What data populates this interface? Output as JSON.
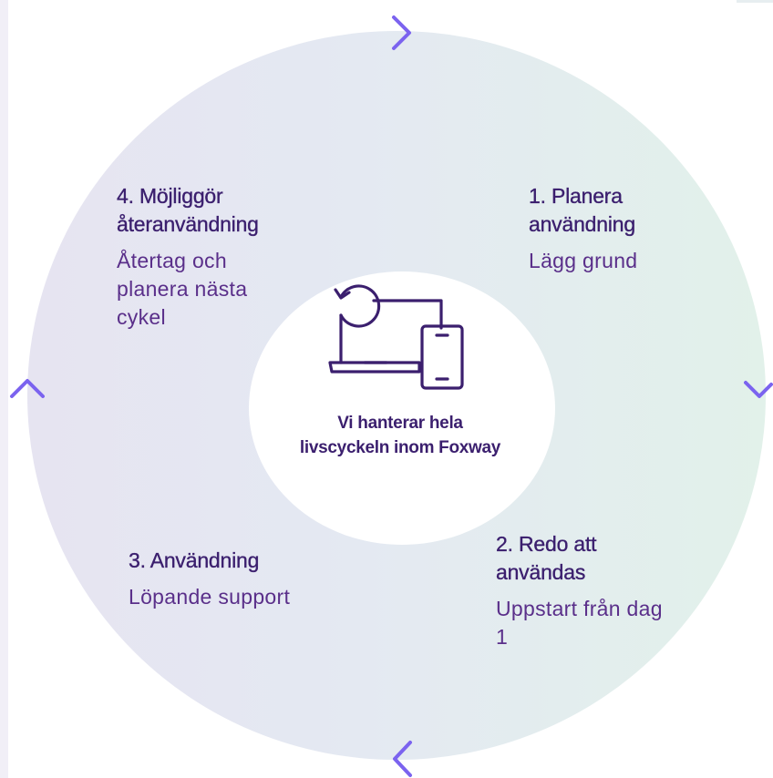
{
  "diagram": {
    "center": {
      "text": "Vi hanterar hela livscyckeln inom Foxway",
      "icon": "device-lifecycle-icon"
    },
    "steps": [
      {
        "title": "1. Planera användning",
        "description": "Lägg grund"
      },
      {
        "title": "2. Redo att användas",
        "description": "Uppstart från dag 1"
      },
      {
        "title": "3. Användning",
        "description": "Löpande support"
      },
      {
        "title": "4. Möjliggör återanvändning",
        "description": "Återtag och planera nästa cykel"
      }
    ],
    "colors": {
      "accent": "#7b63ef",
      "text": "#3b1f6e",
      "ring_left": "#e6e4f1",
      "ring_right": "#e2f1ea"
    }
  }
}
